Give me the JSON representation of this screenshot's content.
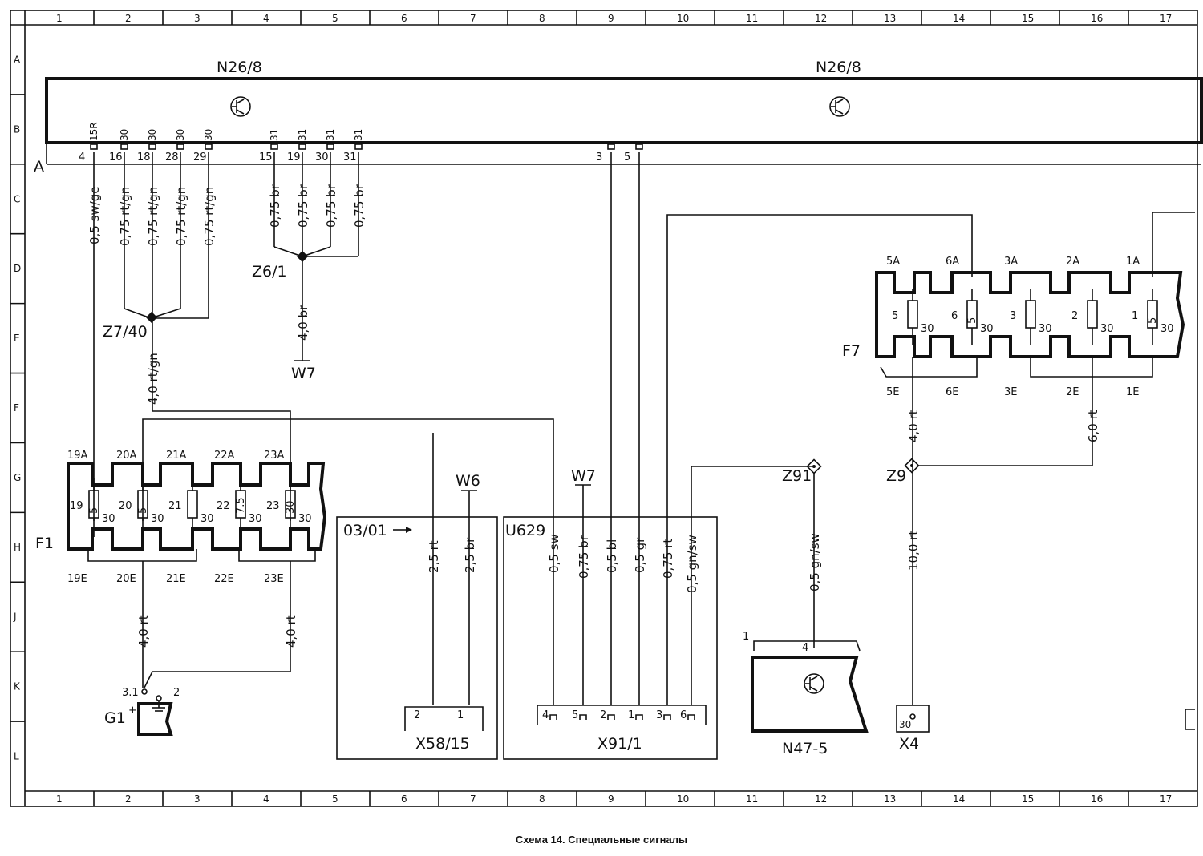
{
  "caption": "Схема 14. Специальные сигналы",
  "grid": {
    "columns": [
      "1",
      "2",
      "3",
      "4",
      "5",
      "6",
      "7",
      "8",
      "9",
      "10",
      "11",
      "12",
      "13",
      "14",
      "15",
      "16",
      "17"
    ],
    "rows": [
      "A",
      "B",
      "C",
      "D",
      "E",
      "F",
      "G",
      "H",
      "J",
      "K",
      "L"
    ]
  },
  "components": {
    "n26_left": "N26/8",
    "n26_right": "N26/8",
    "connector_a": "A",
    "z6": "Z6/1",
    "z7": "Z7/40",
    "w7_top": "W7",
    "w7_mid": "W7",
    "w6": "W6",
    "f1": "F1",
    "f7": "F7",
    "box_0301": "03/01",
    "u629": "U629",
    "x58": "X58/15",
    "x91": "X91/1",
    "z91": "Z91",
    "z9": "Z9",
    "n47": "N47-5",
    "x4": "X4",
    "g1": "G1",
    "g1_pin_a": "3.1",
    "g1_pin_b": "2",
    "g1_plus": "+",
    "n47_pin_label": "1",
    "n47_pin_num": "4",
    "x4_pin": "30"
  },
  "n26_pins": [
    {
      "num": "4",
      "term": "15R"
    },
    {
      "num": "16",
      "term": "30"
    },
    {
      "num": "18",
      "term": "30"
    },
    {
      "num": "28",
      "term": "30"
    },
    {
      "num": "29",
      "term": "30"
    },
    {
      "num": "15",
      "term": "31"
    },
    {
      "num": "19",
      "term": "31"
    },
    {
      "num": "30",
      "term": "31"
    },
    {
      "num": "31",
      "term": "31"
    },
    {
      "num": "3",
      "term": ""
    },
    {
      "num": "5",
      "term": ""
    }
  ],
  "wires": {
    "sw_ge": "0,5 sw/ge",
    "rtgn1": "0,75 rt/gn",
    "rtgn2": "0,75 rt/gn",
    "rtgn3": "0,75 rt/gn",
    "rtgn4": "0,75 rt/gn",
    "br1": "0,75 br",
    "br2": "0,75 br",
    "br3": "0,75 br",
    "br4": "0,75 br",
    "br_w7": "4,0 br",
    "rtgn_40": "4,0 rt/gn",
    "rt_f1a": "4,0 rt",
    "rt_f1b": "4,0 rt",
    "x58_rt": "2,5 rt",
    "x58_br": "2,5 br",
    "x91_sw": "0,5 sw",
    "x91_br": "0,75 br",
    "x91_bl": "0,5 bl",
    "x91_gr": "0,5 gr",
    "x91_rt": "0,75 rt",
    "x91_gnsw": "0,5 gn/sw",
    "z91_gnsw": "0,5 gn/sw",
    "f7_rt4": "4,0 rt",
    "f7_rt6": "6,0 rt",
    "z9_rt10": "10,0 rt"
  },
  "f1": {
    "top": [
      "19A",
      "20A",
      "21A",
      "22A",
      "23A"
    ],
    "bottom": [
      "19E",
      "20E",
      "21E",
      "22E",
      "23E"
    ],
    "nums": [
      "19",
      "20",
      "21",
      "22",
      "23"
    ],
    "ratings": [
      "5",
      "5",
      "",
      "7.5",
      "30"
    ],
    "term": "30"
  },
  "f7": {
    "top": [
      "5A",
      "6A",
      "3A",
      "2A",
      "1A"
    ],
    "bottom": [
      "5E",
      "6E",
      "3E",
      "2E",
      "1E"
    ],
    "nums": [
      "5",
      "6",
      "3",
      "2",
      "1"
    ],
    "ratings": [
      "",
      "5",
      "",
      "",
      "5"
    ],
    "term": "30"
  },
  "x58_pins": [
    "2",
    "1"
  ],
  "x91_pins": [
    "4",
    "5",
    "2",
    "1",
    "3",
    "6"
  ]
}
